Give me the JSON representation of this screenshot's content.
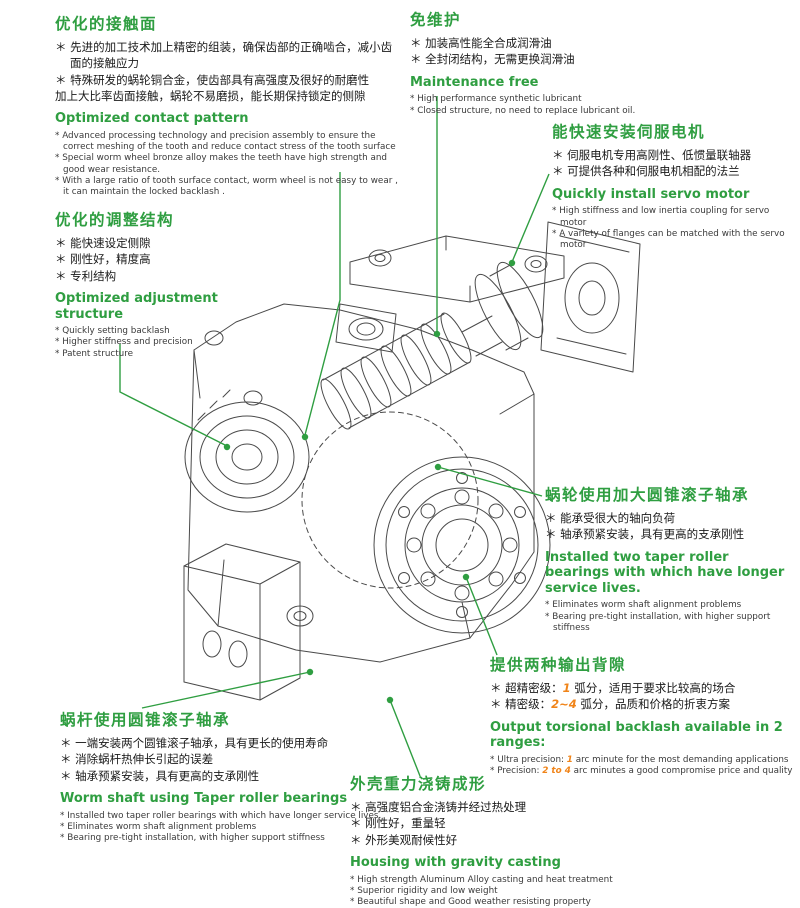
{
  "colors": {
    "heading_green": "#2f9e41",
    "highlight_orange": "#f08419",
    "body_text": "#1a1a1a"
  },
  "annotations": {
    "contact_pattern": {
      "zh_title": "优化的接触面",
      "zh_bullets": [
        "＊ 先进的加工技术加上精密的组装，确保齿部的正确啮合，减小齿面的接触应力",
        "＊ 特殊研发的蜗轮铜合金，使齿部具有高强度及很好的耐磨性",
        "加上大比率齿面接触，蜗轮不易磨损，能长期保持锁定的侧隙"
      ],
      "en_title": "Optimized contact pattern",
      "en_bullets": [
        "* Advanced processing technology and precision assembly to ensure the correct meshing of the tooth and reduce  contact stress of the tooth surface",
        "* Special worm wheel bronze alloy makes the teeth have high strength and good wear resistance.",
        "* With a large ratio of tooth surface contact, worm wheel is not easy to wear , it can maintain the locked backlash ."
      ]
    },
    "maintenance_free": {
      "zh_title": "免维护",
      "zh_bullets": [
        "＊ 加装高性能全合成润滑油",
        "＊ 全封闭结构，无需更换润滑油"
      ],
      "en_title": "Maintenance free",
      "en_bullets": [
        "* High performance synthetic lubricant",
        "* Closed structure, no need to replace lubricant oil."
      ]
    },
    "servo_motor": {
      "zh_title": "能快速安装伺服电机",
      "zh_bullets": [
        "＊ 伺服电机专用高刚性、低惯量联轴器",
        "＊ 可提供各种和伺服电机相配的法兰"
      ],
      "en_title": "Quickly install servo motor",
      "en_bullets": [
        "* High stiffness and low inertia coupling for servo motor",
        "* A variety of flanges can be matched with the servo motor"
      ]
    },
    "adjustment_structure": {
      "zh_title": "优化的调整结构",
      "zh_bullets": [
        "＊ 能快速设定侧隙",
        "＊ 刚性好，精度高",
        "＊ 专利结构"
      ],
      "en_title": "Optimized adjustment structure",
      "en_bullets": [
        "* Quickly setting backlash",
        "* Higher stiffness and precision",
        "* Patent structure"
      ]
    },
    "wheel_bearings": {
      "zh_title": "蜗轮使用加大圆锥滚子轴承",
      "zh_bullets": [
        "＊ 能承受很大的轴向负荷",
        "＊ 轴承预紧安装，具有更高的支承刚性"
      ],
      "en_title": "Installed two taper roller bearings with which have longer service lives.",
      "en_bullets": [
        "* Eliminates worm shaft alignment problems",
        "* Bearing pre-tight installation, with higher support stiffness"
      ]
    },
    "output_backlash": {
      "zh_title": "提供两种输出背隙",
      "zh_b1": {
        "pre": "＊ 超精密级：",
        "num": "1",
        "post": " 弧分，适用于要求比较高的场合"
      },
      "zh_b2": {
        "pre": "＊ 精密级：",
        "num": "2~4",
        "post": " 弧分，品质和价格的折衷方案"
      },
      "en_title": "Output torsional backlash available in 2 ranges:",
      "en_b1": {
        "pre": "* Ultra precision: ",
        "num": "1",
        "post": " arc minute for the most demanding applications"
      },
      "en_b2": {
        "pre": "* Precision: ",
        "num": "2 to 4",
        "post": " arc minutes a good compromise price and quality"
      }
    },
    "worm_bearings": {
      "zh_title": "蜗杆使用圆锥滚子轴承",
      "zh_bullets": [
        "＊ 一端安装两个圆锥滚子轴承，具有更长的使用寿命",
        "＊ 消除蜗杆热伸长引起的误差",
        "＊ 轴承预紧安装，具有更高的支承刚性"
      ],
      "en_title": "Worm shaft using Taper roller bearings",
      "en_bullets": [
        "* Installed two taper roller bearings with which have longer service lives.",
        "* Eliminates worm shaft alignment problems",
        "* Bearing pre-tight installation, with higher support stiffness"
      ]
    },
    "housing_casting": {
      "zh_title": "外壳重力浇铸成形",
      "zh_bullets": [
        "＊ 高强度铝合金浇铸并经过热处理",
        "＊ 刚性好，重量轻",
        "＊ 外形美观耐候性好"
      ],
      "en_title": "Housing with gravity casting",
      "en_bullets": [
        "* High strength Aluminum Alloy casting and heat treatment",
        "* Superior rigidity and low weight",
        "* Beautiful shape and Good weather resisting property"
      ]
    }
  }
}
